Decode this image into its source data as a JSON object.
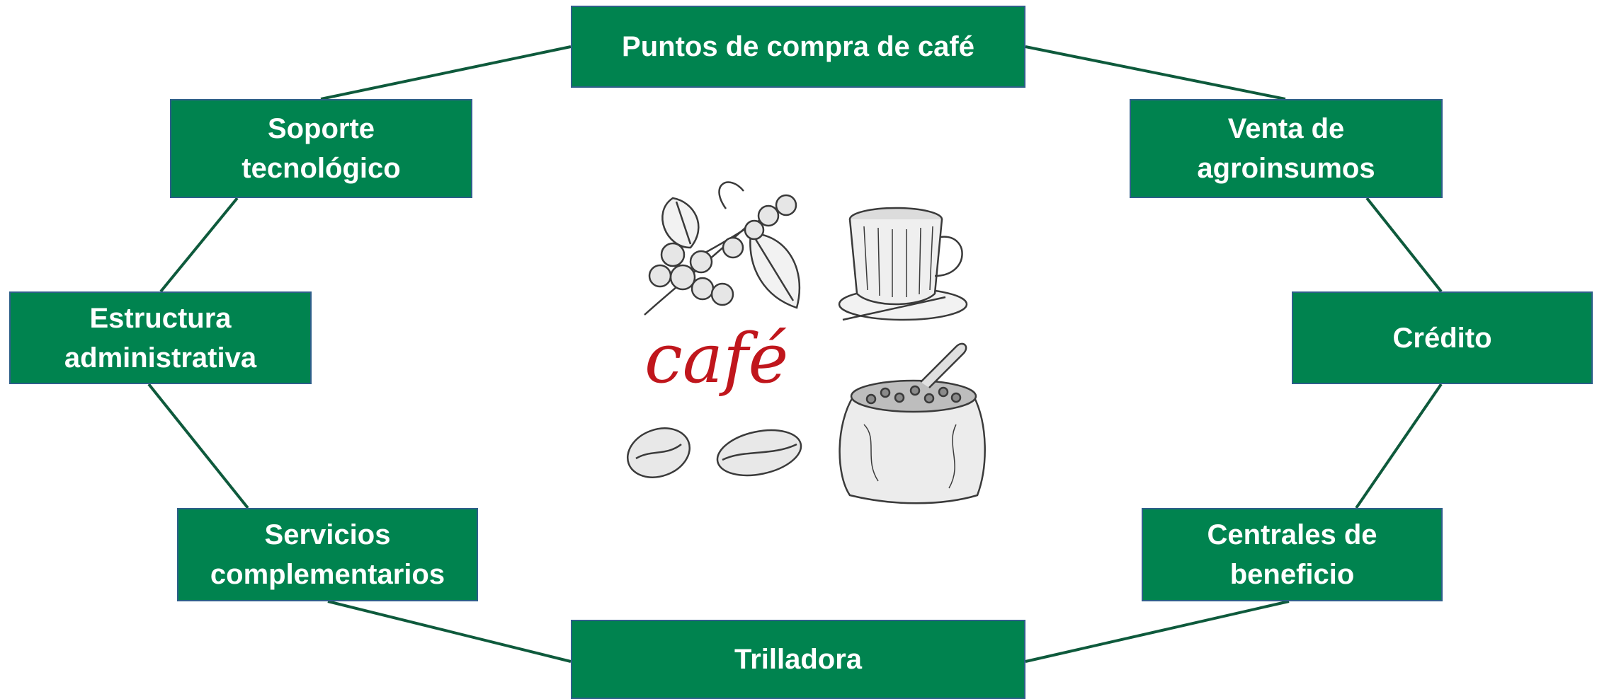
{
  "diagram": {
    "nodes": {
      "puntos_compra": {
        "lines": [
          "Puntos de compra de café"
        ]
      },
      "venta_agroinsumos": {
        "lines": [
          "Venta de",
          "agroinsumos"
        ]
      },
      "credito": {
        "lines": [
          "Crédito"
        ]
      },
      "centrales_beneficio": {
        "lines": [
          "Centrales de",
          "beneficio"
        ]
      },
      "trilladora": {
        "lines": [
          "Trilladora"
        ]
      },
      "servicios_complementarios": {
        "lines": [
          "Servicios",
          "complementarios"
        ]
      },
      "estructura_administrativa": {
        "lines": [
          "Estructura",
          "administrativa"
        ]
      },
      "soporte_tecnologico": {
        "lines": [
          "Soporte",
          "tecnológico"
        ]
      }
    },
    "center": {
      "word": "café",
      "icons": [
        "coffee-branch-icon",
        "coffee-cup-icon",
        "coffee-bean-icon",
        "coffee-bean-icon",
        "coffee-sack-icon"
      ]
    },
    "colors": {
      "box_fill": "#00834f",
      "box_border": "#2e5f8a",
      "connector": "#0e5a3c",
      "text": "#ffffff",
      "cafe_word": "#c0161c"
    }
  }
}
